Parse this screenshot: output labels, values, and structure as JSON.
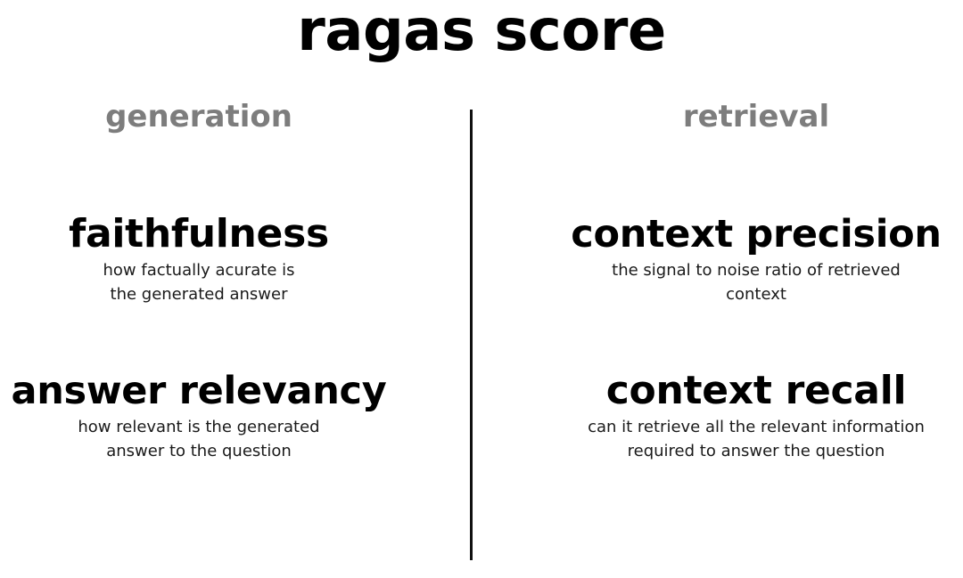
{
  "title": "ragas score",
  "columns": [
    {
      "heading": "generation",
      "metrics": [
        {
          "name": "faithfulness",
          "description": "how factually acurate is the generated answer"
        },
        {
          "name": "answer relevancy",
          "description": "how relevant is the generated answer to the question"
        }
      ]
    },
    {
      "heading": "retrieval",
      "metrics": [
        {
          "name": "context precision",
          "description": "the signal to noise ratio of retrieved context"
        },
        {
          "name": "context recall",
          "description": "can it retrieve all the relevant information required to answer the question"
        }
      ]
    }
  ],
  "colors": {
    "heading": "#7d7d7d",
    "text": "#000000",
    "divider": "#111111",
    "background": "#ffffff"
  }
}
